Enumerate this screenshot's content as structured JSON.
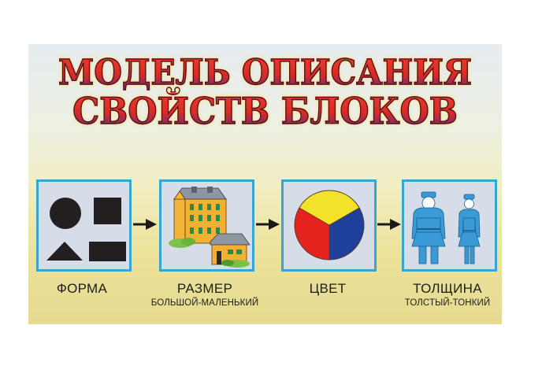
{
  "title": {
    "line1": "МОДЕЛЬ ОПИСАНИЯ",
    "line2": "СВОЙСТВ БЛОКОВ"
  },
  "panels": [
    {
      "id": "shape",
      "label": "ФОРМА",
      "sublabel": "",
      "icon": "shapes-icon"
    },
    {
      "id": "size",
      "label": "РАЗМЕР",
      "sublabel": "БОЛЬШОЙ-МАЛЕНЬКИЙ",
      "icon": "houses-icon"
    },
    {
      "id": "color",
      "label": "ЦВЕТ",
      "sublabel": "",
      "icon": "color-wheel-icon"
    },
    {
      "id": "thickness",
      "label": "ТОЛЩИНА",
      "sublabel": "ТОЛСТЫЙ-ТОНКИЙ",
      "icon": "figures-icon"
    }
  ],
  "colors": {
    "title_top": "#ef3a2a",
    "title_bottom": "#6a2a78",
    "panel_border": "#36a5cf",
    "panel_bg": "#d6dde8",
    "wheel_yellow": "#f3e22a",
    "wheel_red": "#e4231f",
    "wheel_blue": "#1e3f9a",
    "figure_blue": "#3a9ad6"
  }
}
